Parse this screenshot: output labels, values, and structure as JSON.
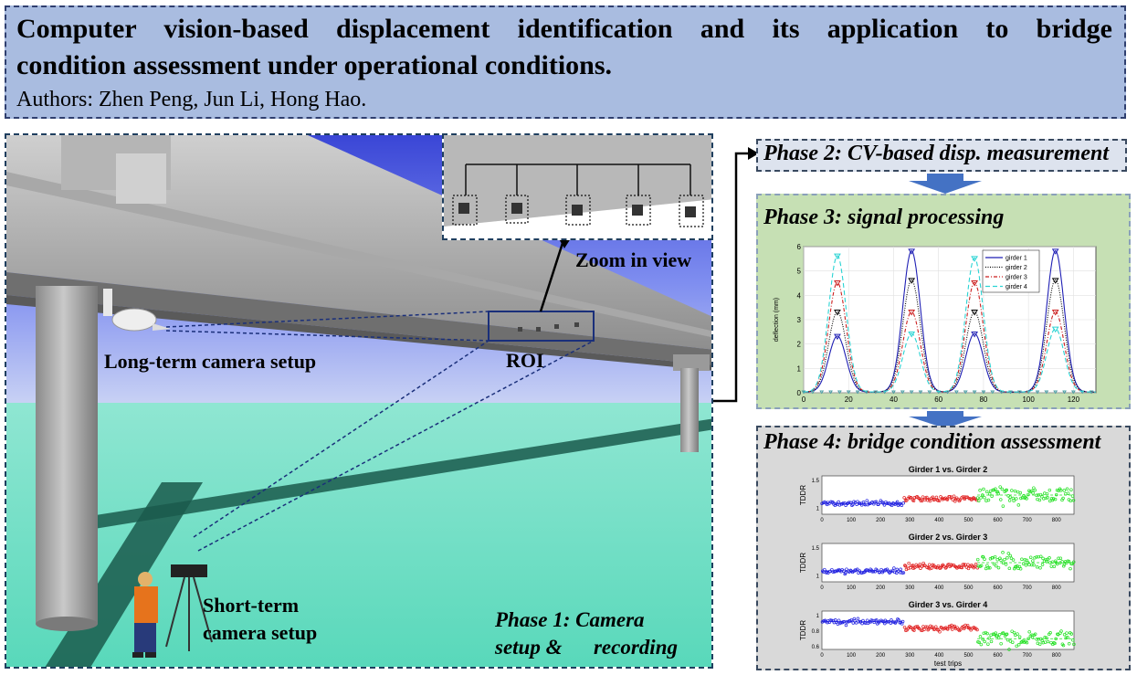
{
  "title": {
    "line1": "Computer vision-based displacement identification and its application to bridge",
    "line2": "condition assessment under operational conditions.",
    "authors": "Authors: Zhen Peng, Jun Li, Hong Hao."
  },
  "scene": {
    "zoom_label": "Zoom in view",
    "roi_label": "ROI",
    "long_term_label": "Long-term camera setup",
    "short_term_line1": "Short-term",
    "short_term_line2": "camera setup",
    "phase1_line1": "Phase 1: Camera",
    "phase1_line2": "setup &      recording"
  },
  "phase2": {
    "title": "Phase 2: CV-based disp. measurement"
  },
  "phase3": {
    "title": "Phase 3: signal processing"
  },
  "phase4": {
    "title": "Phase 4: bridge condition assessment"
  },
  "colors": {
    "title_bg": "#a9bce0",
    "phase3_bg": "#c6e0b4",
    "phase4_bg": "#d9d9d9",
    "arrow_blue": "#4472c4",
    "sky_top": "#3b4fd8",
    "ground": "#5fdcbf"
  },
  "chart_data": [
    {
      "type": "line",
      "title": "",
      "xlabel": "",
      "ylabel": "deflection (mm)",
      "xlim": [
        0,
        130
      ],
      "ylim": [
        0,
        6
      ],
      "xticks": [
        0,
        20,
        40,
        60,
        80,
        100,
        120
      ],
      "yticks": [
        0,
        1,
        2,
        3,
        4,
        5,
        6
      ],
      "legend_position": "top-right",
      "grid": true,
      "peaks_x": [
        15,
        48,
        76,
        112
      ],
      "series": [
        {
          "name": "girder 1",
          "color": "#1f1fb4",
          "style": "solid",
          "peaks": [
            2.3,
            5.8,
            2.4,
            5.8
          ]
        },
        {
          "name": "girder 2",
          "color": "#000000",
          "style": "dotted",
          "peaks": [
            3.3,
            4.6,
            3.3,
            4.6
          ]
        },
        {
          "name": "girder 3",
          "color": "#cc1f1f",
          "style": "dashdot",
          "peaks": [
            4.5,
            3.3,
            4.5,
            3.3
          ]
        },
        {
          "name": "girder 4",
          "color": "#2ad4d4",
          "style": "dashed",
          "peaks": [
            5.6,
            2.4,
            5.5,
            2.6
          ]
        }
      ]
    },
    {
      "type": "scatter",
      "panels": [
        {
          "title": "Girder 1 vs. Girder 2",
          "ylabel": "TDDR",
          "yticks": [
            "1.5",
            "1"
          ],
          "levels": [
            1.0,
            1.04,
            1.12
          ]
        },
        {
          "title": "Girder 2 vs. Girder 3",
          "ylabel": "TDDR",
          "yticks": [
            "1.5",
            "1"
          ],
          "levels": [
            1.0,
            1.05,
            1.1
          ]
        },
        {
          "title": "Girder 3 vs. Girder 4",
          "ylabel": "TDDR",
          "yticks": [
            "1",
            "0.8",
            "0.6"
          ],
          "levels": [
            0.95,
            0.88,
            0.7
          ]
        }
      ],
      "xlabel": "test trips",
      "xlim": [
        0,
        860
      ],
      "xticks": [
        0,
        100,
        200,
        300,
        400,
        500,
        600,
        700,
        800
      ],
      "segments": [
        {
          "range": [
            0,
            280
          ],
          "color": "#2020e0"
        },
        {
          "range": [
            280,
            530
          ],
          "color": "#e02020"
        },
        {
          "range": [
            530,
            860
          ],
          "color": "#20e020"
        }
      ]
    }
  ]
}
